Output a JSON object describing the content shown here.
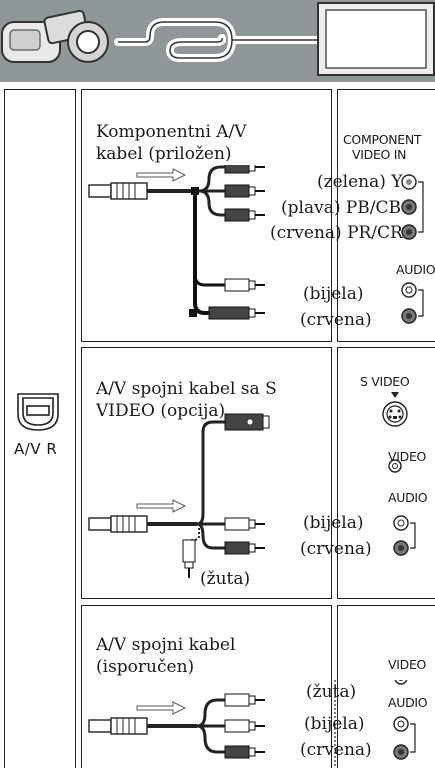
{
  "port": {
    "label": "A/V R"
  },
  "sections": [
    {
      "title_lines": [
        "Komponentni A/V",
        "kabel (priložen)"
      ],
      "input_label_lines": [
        "COMPONENT",
        "VIDEO IN"
      ],
      "audio_label": "AUDIO",
      "plugs": [
        "(zelena) Y",
        "(plava) PB/CB",
        "(crvena) PR/CR",
        "(bijela)",
        "(crvena)"
      ]
    },
    {
      "title_lines": [
        "A/V spojni kabel sa S",
        "VIDEO (opcija)"
      ],
      "svideo_label": "S VIDEO",
      "video_label": "VIDEO",
      "audio_label": "AUDIO",
      "plugs": [
        "(bijela)",
        "(crvena)",
        "(žuta)"
      ]
    },
    {
      "title_lines": [
        "A/V spojni kabel",
        "(isporučen)"
      ],
      "video_label": "VIDEO",
      "audio_label": "AUDIO",
      "plugs": [
        "(žuta)",
        "(bijela)",
        "(crvena)"
      ]
    }
  ]
}
